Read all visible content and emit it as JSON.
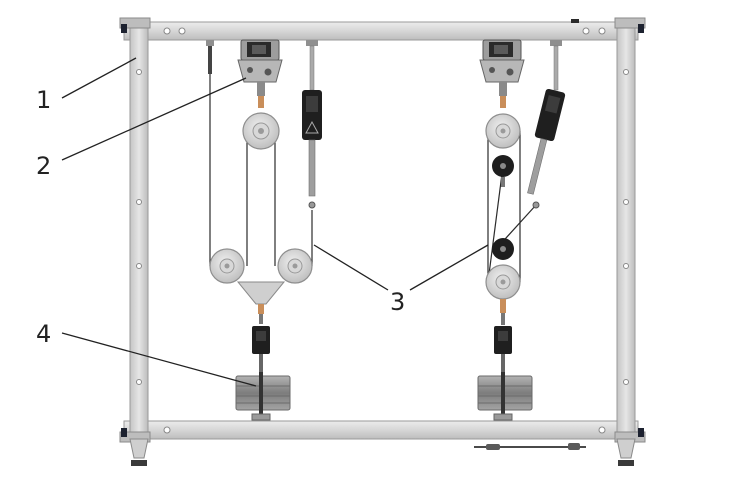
{
  "callouts": [
    {
      "id": "1",
      "label": "1"
    },
    {
      "id": "2",
      "label": "2"
    },
    {
      "id": "3",
      "label": "3"
    },
    {
      "id": "4",
      "label": "4"
    }
  ],
  "colors": {
    "frame": "#d9d9d9",
    "frame_edge": "#9a9a9a",
    "pulley": "#d4d4d4",
    "pulley_dark": "#1e1e1e",
    "sensor": "#1f1f1f",
    "weight": "#8c8c8c",
    "leader_line": "#222222",
    "background": "#ffffff"
  }
}
